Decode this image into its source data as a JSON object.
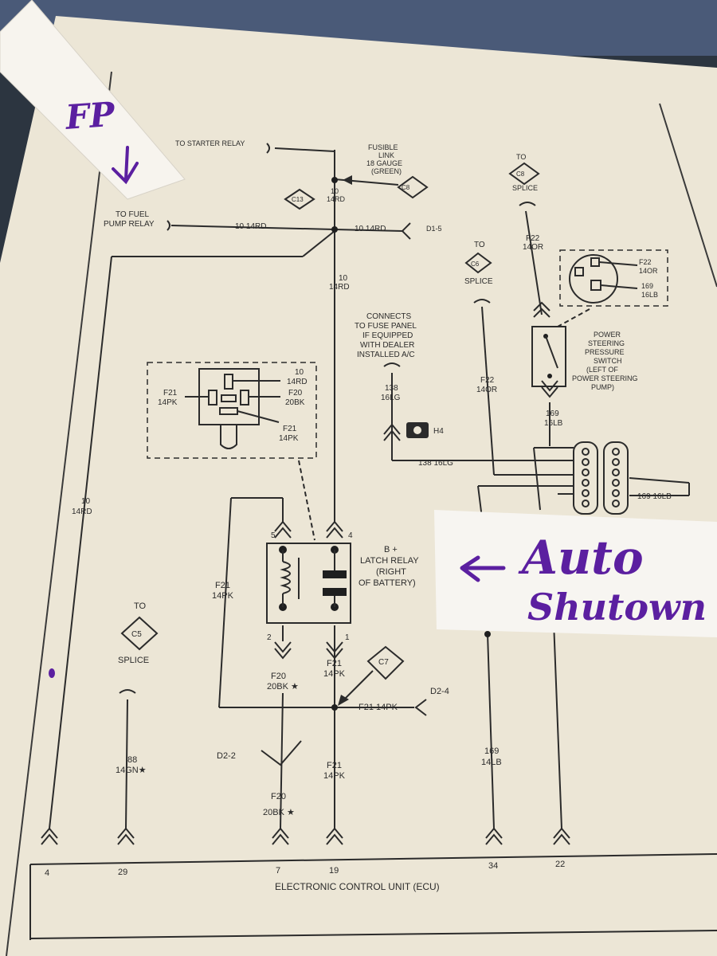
{
  "annotations": {
    "fp_note": "FP",
    "auto_note": "Auto",
    "shutdown_note": "Shutown"
  },
  "labels": {
    "to_starter_relay": "TO STARTER RELAY",
    "fusible_1": "FUSIBLE",
    "fusible_2": "LINK",
    "fusible_3": "18 GAUGE",
    "fusible_4": "(GREEN)",
    "to_fuel_1": "TO FUEL",
    "to_fuel_2": "PUMP RELAY",
    "wire_10_14rd": "10 14RD",
    "d1_5": "D1-5",
    "w10": "10",
    "w14rd": "14RD",
    "connects_1": "CONNECTS",
    "connects_2": "TO FUSE PANEL",
    "connects_3": "IF EQUIPPED",
    "connects_4": "WITH DEALER",
    "connects_5": "INSTALLED A/C",
    "w138": "138",
    "w16lg": "16LG",
    "wire_138_16lg": "138 16LG",
    "h4": "H4",
    "to": "TO",
    "splice": "SPLICE",
    "wf22": "F22",
    "w14or": "14OR",
    "w169": "169",
    "w16lb": "16LB",
    "wire_169_16lb": "169 16LB",
    "ps_1": "POWER",
    "ps_2": "STEERING",
    "ps_3": "PRESSURE",
    "ps_4": "SWITCH",
    "ps_5": "(LEFT OF",
    "ps_6": "POWER STEERING",
    "ps_7": "PUMP)",
    "wf21": "F21",
    "w14pk": "14PK",
    "wf20": "F20",
    "w20bk": "20BK",
    "w20bk_star": "20BK ★",
    "relay_1": "B +",
    "relay_2": "LATCH RELAY",
    "relay_3": "(RIGHT",
    "relay_4": "OF BATTERY)",
    "pin5": "5",
    "pin4": "4",
    "pin2": "2",
    "pin1": "1",
    "wire_f21_14pk": "F21 14PK",
    "d2_4": "D2-4",
    "d2_2": "D2-2",
    "w88": "88",
    "w14gn_star": "14GN★",
    "w14lb": "14LB",
    "c5": "C5",
    "c6": "C6",
    "c7": "C7",
    "c8": "C8",
    "c13": "C13",
    "ecu_title": "ELECTRONIC CONTROL UNIT (ECU)",
    "pin_4": "4",
    "pin_29": "29",
    "pin_7": "7",
    "pin_19": "19",
    "pin_34": "34",
    "pin_22": "22"
  }
}
